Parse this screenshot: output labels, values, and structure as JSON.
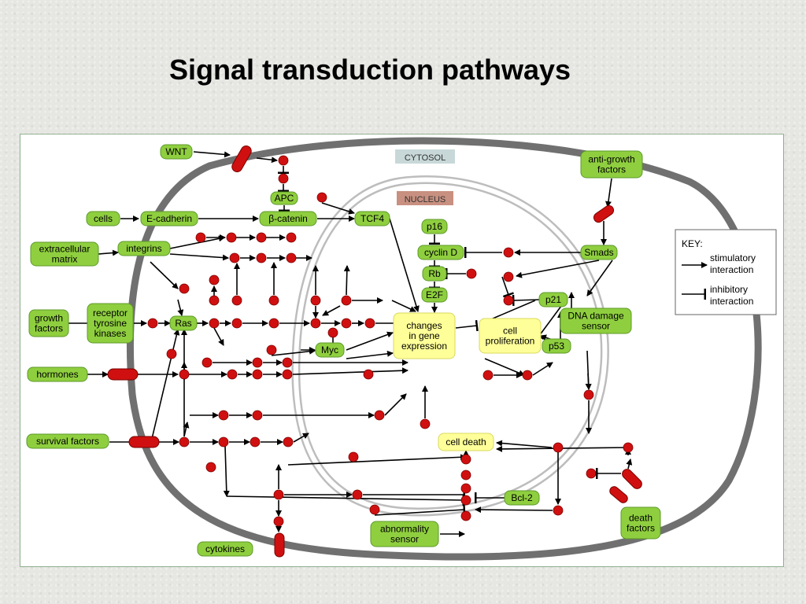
{
  "title": "Signal transduction pathways",
  "colors": {
    "node_green": "#8fcf3f",
    "node_yellow": "#ffff99",
    "dot_red": "#d01010",
    "membrane": "#707070",
    "cytosol_label_bg": "#c8d8d8",
    "nucleus_label_bg": "#c89080"
  },
  "compartments": {
    "cytosol": "CYTOSOL",
    "nucleus": "NUCLEUS"
  },
  "nodes": {
    "wnt": "WNT",
    "anti_growth": [
      "anti-growth",
      "factors"
    ],
    "apc": "APC",
    "cells": "cells",
    "e_cadherin": "E-cadherin",
    "beta_catenin": "β-catenin",
    "tcf4": "TCF4",
    "p16": "p16",
    "cyclin_d": "cyclin D",
    "smads": "Smads",
    "ecm": [
      "extracellular",
      "matrix"
    ],
    "integrins": "integrins",
    "rb": "Rb",
    "e2f": "E2F",
    "growth_factors": [
      "growth",
      "factors"
    ],
    "rtk": [
      "receptor",
      "tyrosine",
      "kinases"
    ],
    "ras": "Ras",
    "myc": "Myc",
    "changes": [
      "changes",
      "in gene",
      "expression"
    ],
    "cell_proliferation": [
      "cell",
      "proliferation"
    ],
    "p21": "p21",
    "dna_damage": [
      "DNA damage",
      "sensor"
    ],
    "p53": "p53",
    "hormones": "hormones",
    "survival_factors": "survival factors",
    "cell_death": "cell death",
    "bcl2": "Bcl-2",
    "abnormality": [
      "abnormality",
      "sensor"
    ],
    "death_factors": [
      "death",
      "factors"
    ],
    "cytokines": "cytokines"
  },
  "key": {
    "title": "KEY:",
    "stimulatory": [
      "stimulatory",
      "interaction"
    ],
    "inhibitory": [
      "inhibitory",
      "interaction"
    ]
  }
}
